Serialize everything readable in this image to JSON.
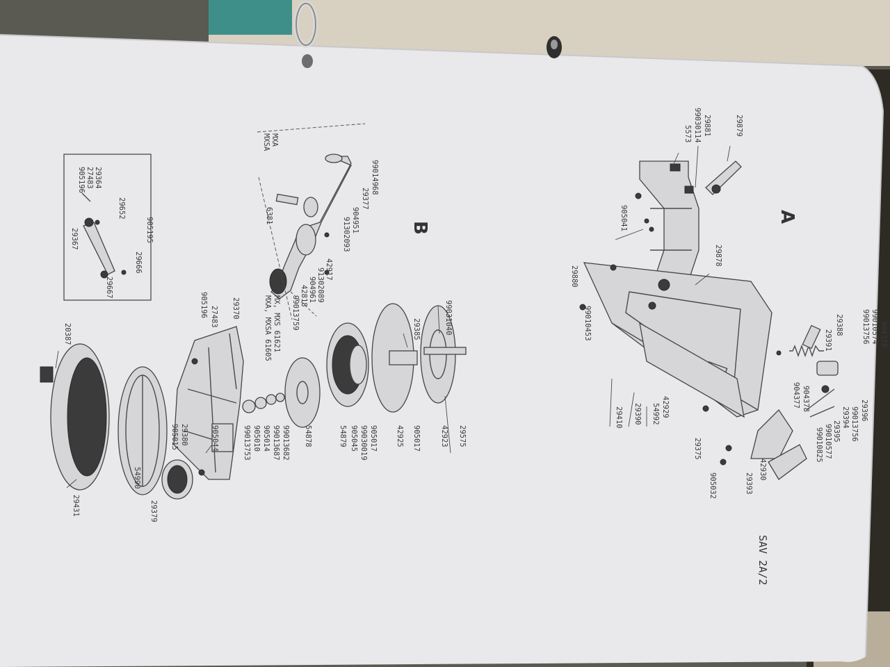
{
  "page": {
    "code": "SAV  2A/2",
    "section_a": "A",
    "section_b": "B"
  },
  "labels_a": [
    {
      "id": "a1",
      "text": "29879"
    },
    {
      "id": "a2",
      "text": "29881"
    },
    {
      "id": "a3",
      "text": "99030114"
    },
    {
      "id": "a4",
      "text": "5573"
    },
    {
      "id": "a5",
      "text": "905041"
    },
    {
      "id": "a6",
      "text": "29878"
    },
    {
      "id": "a7",
      "text": "29880"
    },
    {
      "id": "a8",
      "text": "99010453"
    },
    {
      "id": "a9",
      "text": "904378"
    },
    {
      "id": "a10",
      "text": "99010574"
    },
    {
      "id": "a11",
      "text": "99013756"
    },
    {
      "id": "a12",
      "text": "29388"
    },
    {
      "id": "a13",
      "text": "29391"
    },
    {
      "id": "a14",
      "text": "904378"
    },
    {
      "id": "a15",
      "text": "904377"
    },
    {
      "id": "a16",
      "text": "29396"
    },
    {
      "id": "a17",
      "text": "99013756"
    },
    {
      "id": "a18",
      "text": "29394"
    },
    {
      "id": "a19",
      "text": "29395"
    },
    {
      "id": "a20",
      "text": "99010577"
    },
    {
      "id": "a21",
      "text": "99010825"
    },
    {
      "id": "a22",
      "text": "42929"
    },
    {
      "id": "a23",
      "text": "54992"
    },
    {
      "id": "a24",
      "text": "29390"
    },
    {
      "id": "a25",
      "text": "29410"
    },
    {
      "id": "a26",
      "text": "29375"
    },
    {
      "id": "a27",
      "text": "42930"
    },
    {
      "id": "a28",
      "text": "29393"
    },
    {
      "id": "a29",
      "text": "905032"
    }
  ],
  "labels_b": [
    {
      "id": "b1",
      "text": "MXA"
    },
    {
      "id": "b2",
      "text": "MXSA"
    },
    {
      "id": "b3",
      "text": "99014968"
    },
    {
      "id": "b4",
      "text": "29377"
    },
    {
      "id": "b5",
      "text": "904951"
    },
    {
      "id": "b6",
      "text": "91302093"
    },
    {
      "id": "b7",
      "text": "6381"
    },
    {
      "id": "b8",
      "text": "42917"
    },
    {
      "id": "b9",
      "text": "91302089"
    },
    {
      "id": "b10",
      "text": "904961"
    },
    {
      "id": "b11",
      "text": "42818"
    },
    {
      "id": "b12",
      "text": "99013759"
    },
    {
      "id": "b13",
      "text": "MX, MXS  61621"
    },
    {
      "id": "b14",
      "text": "MXA, MXSA  61605"
    },
    {
      "id": "b15",
      "text": "99031040"
    },
    {
      "id": "b16",
      "text": "29385"
    },
    {
      "id": "b17",
      "text": "29575"
    },
    {
      "id": "b18",
      "text": "42923"
    },
    {
      "id": "b19",
      "text": "905017"
    },
    {
      "id": "b20",
      "text": "42925"
    },
    {
      "id": "b21",
      "text": "905017"
    },
    {
      "id": "b22",
      "text": "99030019"
    },
    {
      "id": "b23",
      "text": "905045"
    },
    {
      "id": "b24",
      "text": "54879"
    },
    {
      "id": "b25",
      "text": "54878"
    },
    {
      "id": "b26",
      "text": "99013682"
    },
    {
      "id": "b27",
      "text": "99013687"
    },
    {
      "id": "b28",
      "text": "905014"
    },
    {
      "id": "b29",
      "text": "905010"
    },
    {
      "id": "b30",
      "text": "99013753"
    },
    {
      "id": "b31",
      "text": "905044"
    },
    {
      "id": "b32",
      "text": "29370"
    },
    {
      "id": "b33",
      "text": "27483"
    },
    {
      "id": "b34",
      "text": "905196"
    },
    {
      "id": "b35",
      "text": "29380"
    },
    {
      "id": "b36",
      "text": "905015"
    },
    {
      "id": "b37",
      "text": "54990"
    },
    {
      "id": "b38",
      "text": "29379"
    },
    {
      "id": "b39",
      "text": "20387"
    },
    {
      "id": "b40",
      "text": "29431"
    }
  ],
  "labels_inset": [
    {
      "id": "c1",
      "text": "29364"
    },
    {
      "id": "c2",
      "text": "27483"
    },
    {
      "id": "c3",
      "text": "905196"
    },
    {
      "id": "c4",
      "text": "29652"
    },
    {
      "id": "c5",
      "text": "905195"
    },
    {
      "id": "c6",
      "text": "29367"
    },
    {
      "id": "c7",
      "text": "29666"
    },
    {
      "id": "c8",
      "text": "29667"
    }
  ]
}
